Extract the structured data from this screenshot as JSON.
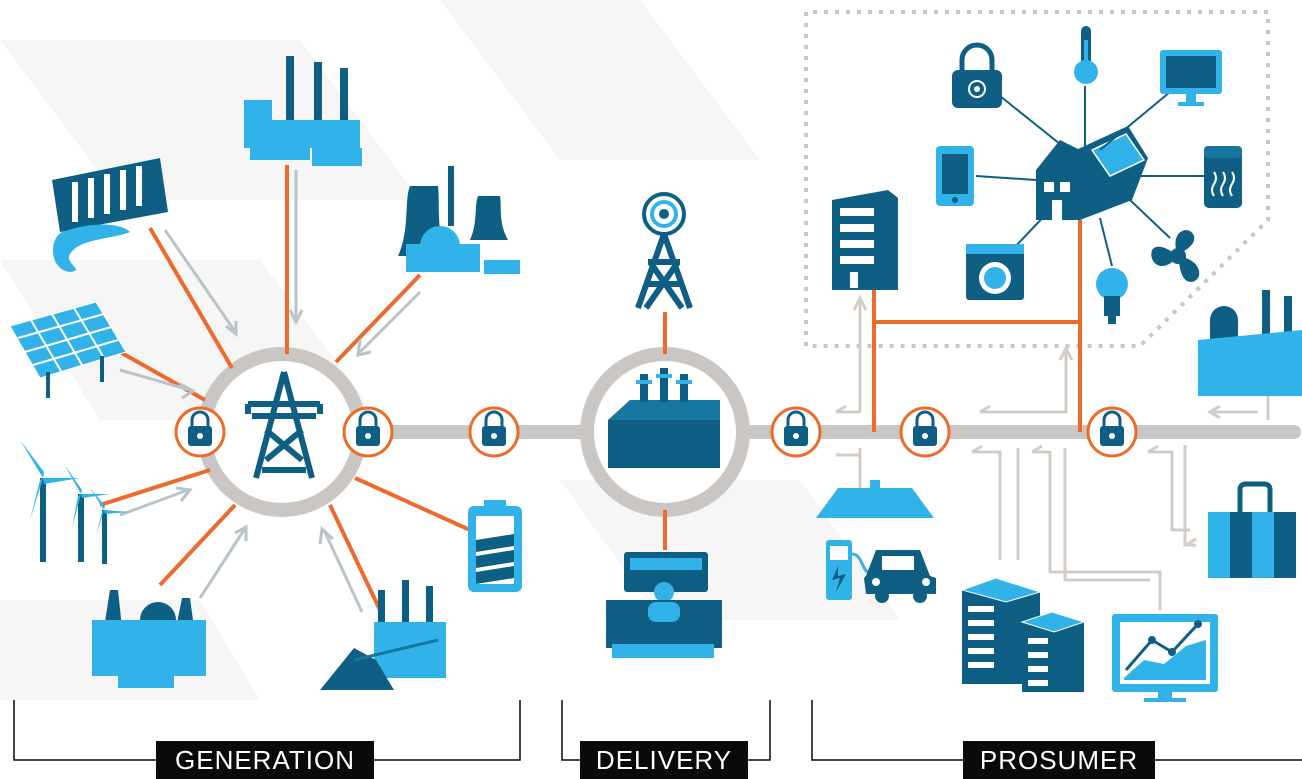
{
  "sections": {
    "generation": "GENERATION",
    "delivery": "DELIVERY",
    "prosumer": "PROSUMER"
  },
  "icons": {
    "generation": [
      "factory-icon",
      "hydro-dam-icon",
      "nuclear-plant-icon",
      "solar-panel-icon",
      "wind-turbine-icon",
      "power-plant-icon",
      "coal-plant-icon",
      "battery-icon",
      "transmission-tower-icon"
    ],
    "delivery": [
      "communication-tower-icon",
      "transformer-icon",
      "control-room-icon"
    ],
    "prosumer": [
      "office-building-icon",
      "smart-home-icon",
      "lock-icon",
      "thermometer-icon",
      "monitor-icon",
      "tablet-icon",
      "water-heater-icon",
      "washing-machine-icon",
      "light-bulb-icon",
      "fan-icon",
      "ev-charging-icon",
      "car-icon",
      "apartment-building-icon",
      "analytics-display-icon",
      "industrial-factory-icon",
      "storage-battery-icon"
    ]
  },
  "colors": {
    "primary_dark": "#0f5f84",
    "primary_light": "#31b3ea",
    "accent_orange": "#ee6a2c",
    "grid_gray": "#c9c6c3",
    "arrow_gray": "#b9c4ca",
    "label_bg": "#0a0a0a"
  }
}
